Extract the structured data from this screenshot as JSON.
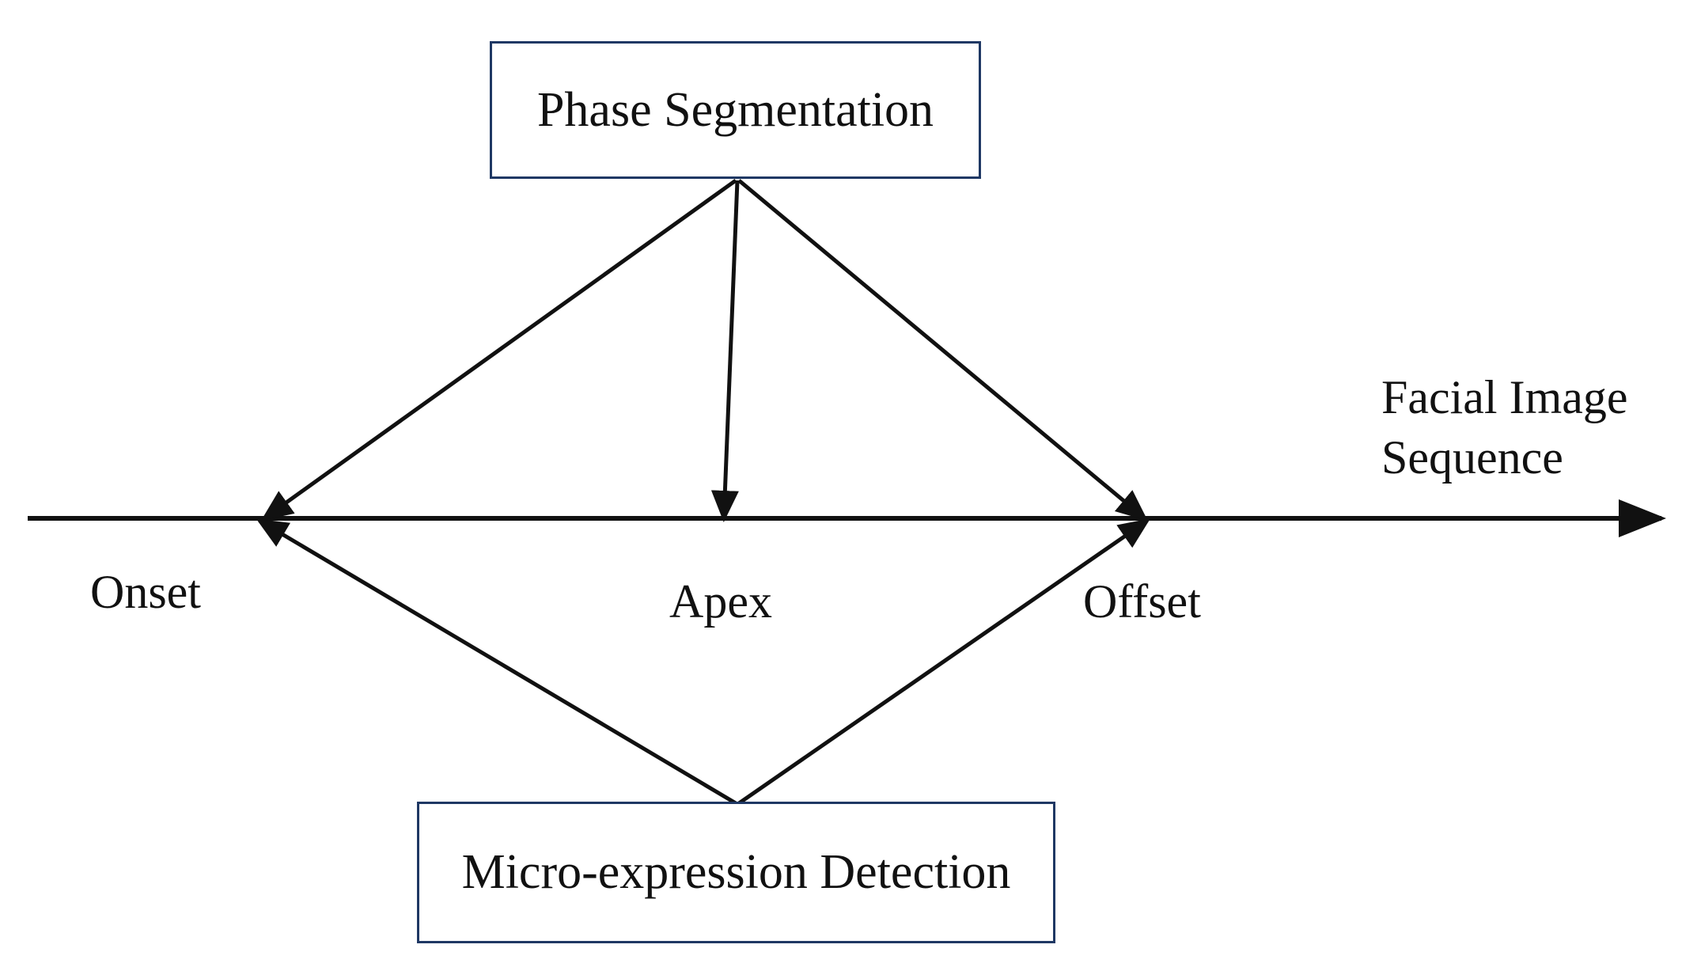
{
  "boxes": {
    "phase_segmentation": "Phase Segmentation",
    "micro_expression_detection": "Micro-expression Detection"
  },
  "axis": {
    "label_line1": "Facial Image",
    "label_line2": "Sequence"
  },
  "points": {
    "onset": "Onset",
    "apex": "Apex",
    "offset": "Offset"
  },
  "colors": {
    "box_border": "#1f3864",
    "line": "#111111"
  }
}
